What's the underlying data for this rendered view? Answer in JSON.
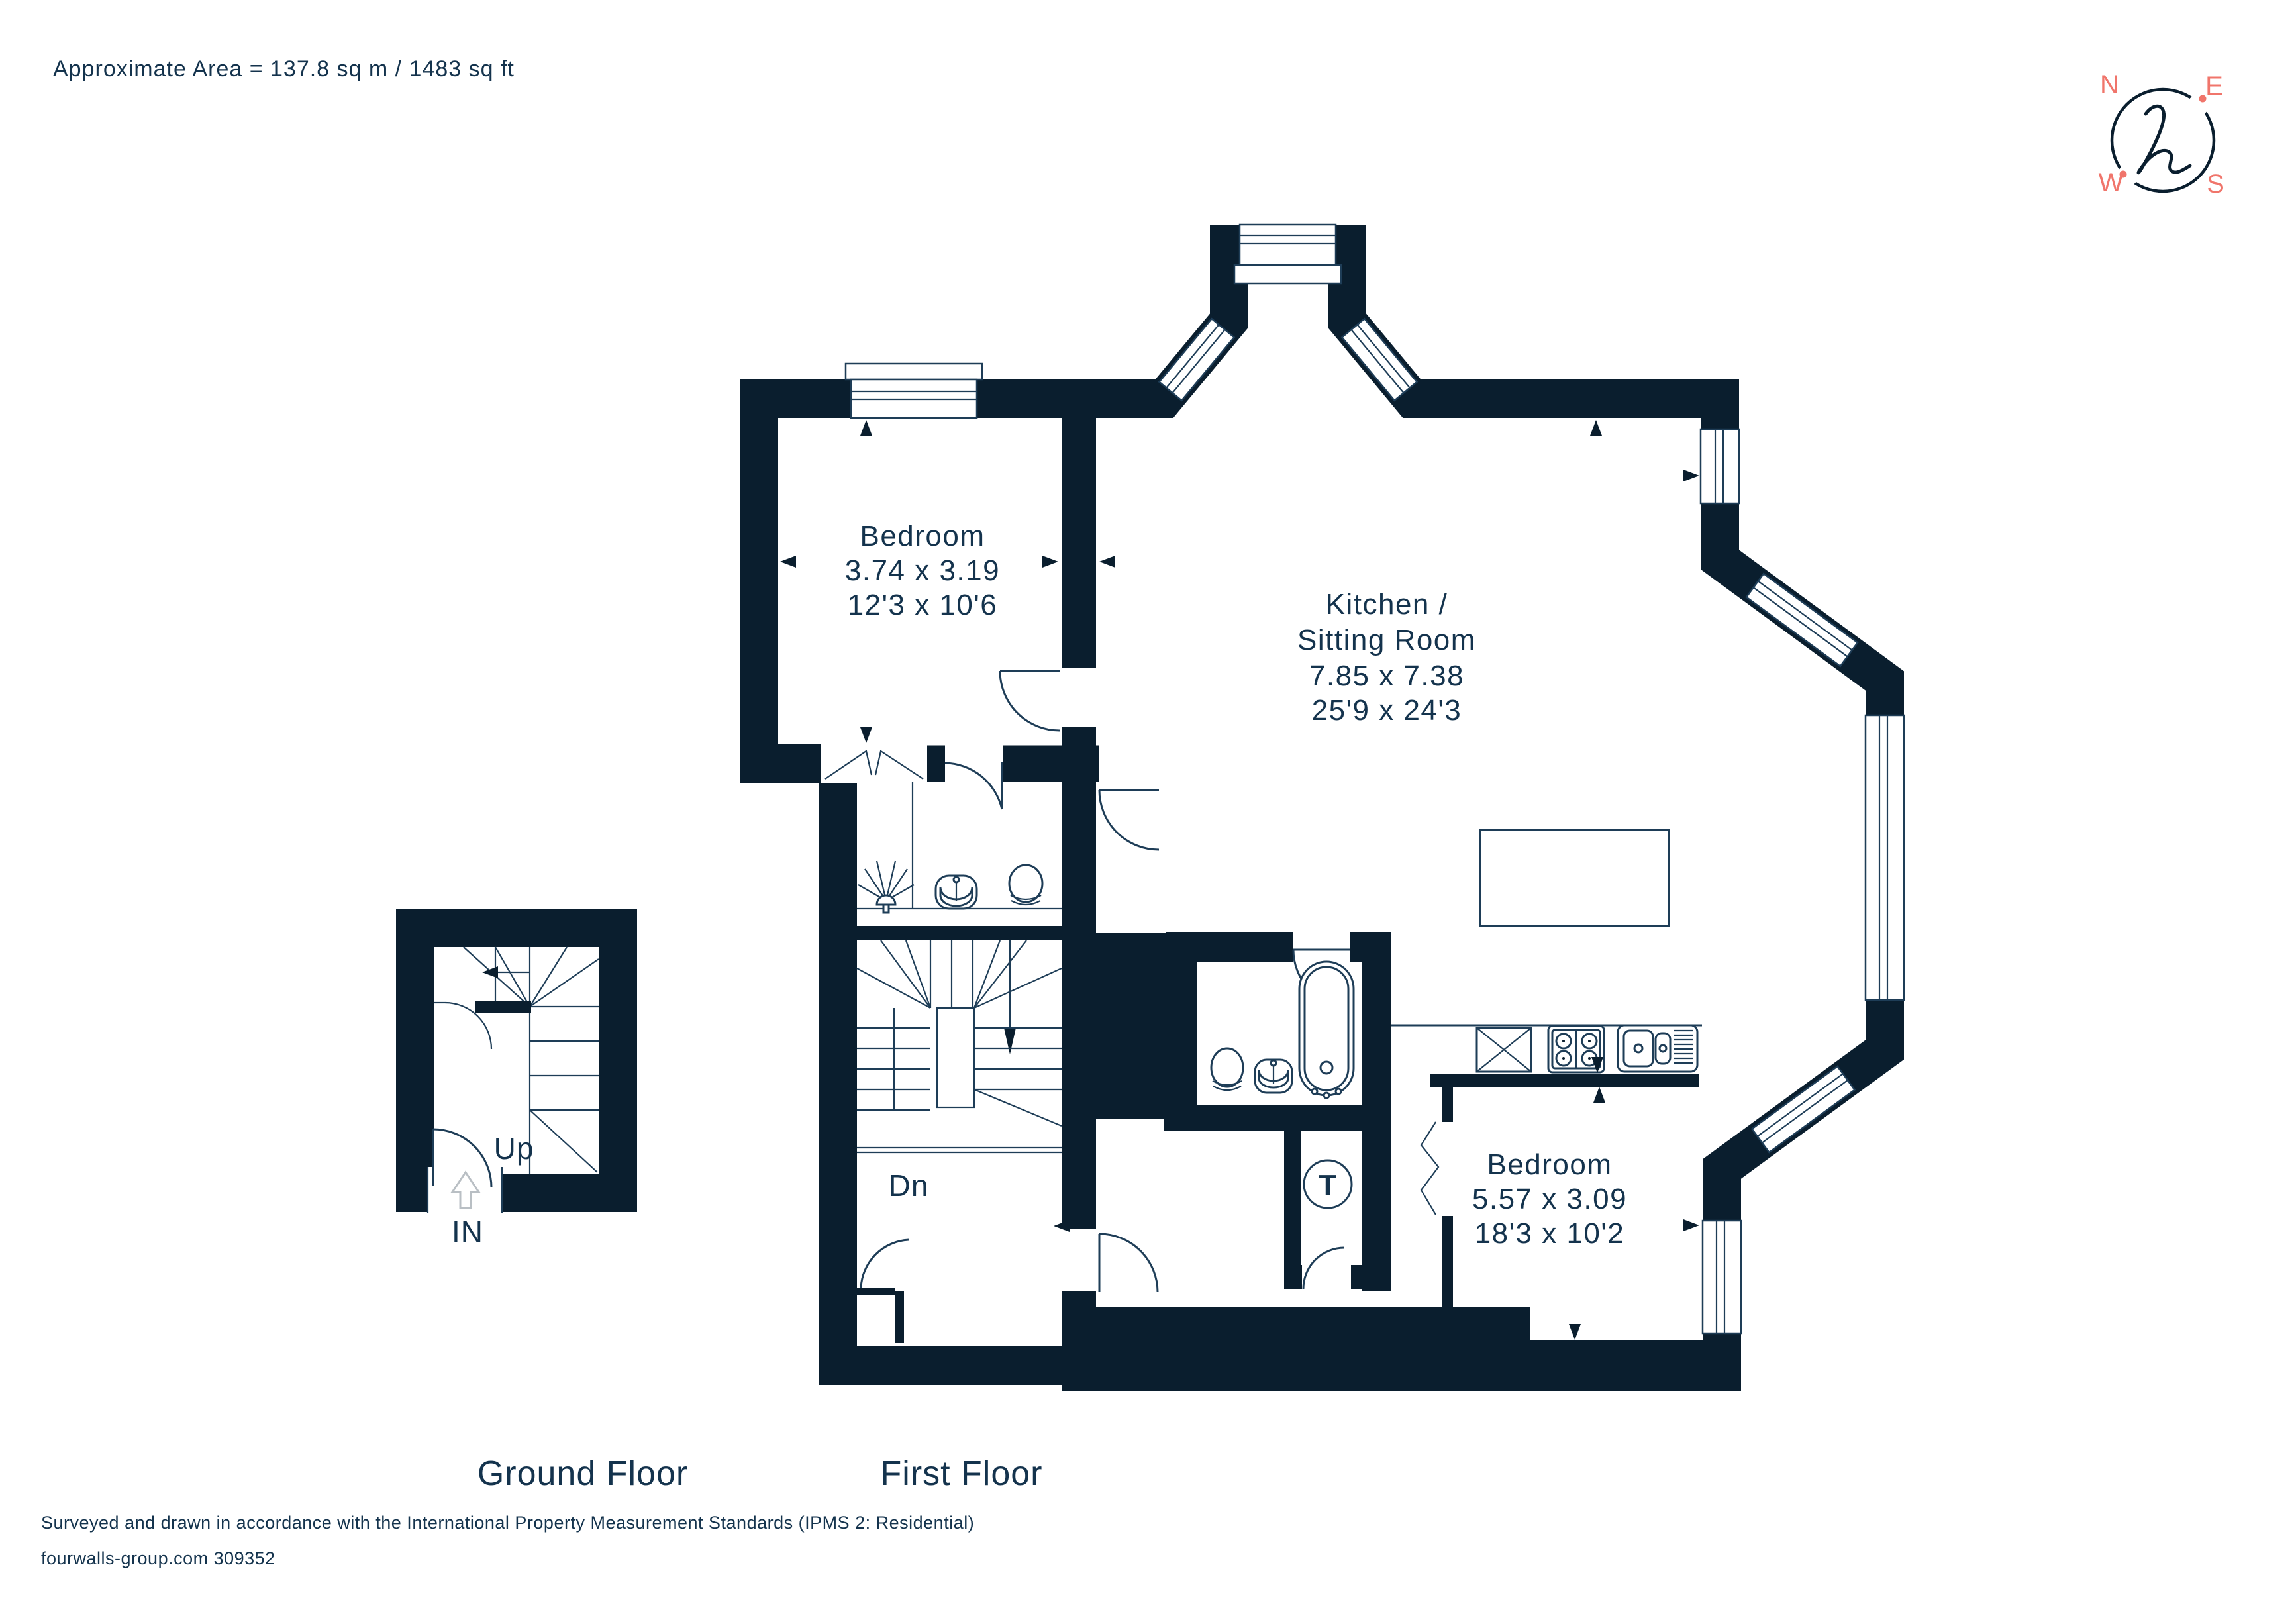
{
  "header": {
    "area_note": "Approximate Area = 137.8 sq m / 1483 sq ft"
  },
  "compass": {
    "north": "N",
    "east": "E",
    "west": "W",
    "south": "S"
  },
  "rooms": {
    "bedroom1": {
      "name": "Bedroom",
      "metric": "3.74 x 3.19",
      "imperial": "12'3 x 10'6"
    },
    "kitchen": {
      "name_line1": "Kitchen /",
      "name_line2": "Sitting Room",
      "metric": "7.85 x 7.38",
      "imperial": "25'9 x 24'3"
    },
    "bedroom2": {
      "name": "Bedroom",
      "metric": "5.57 x 3.09",
      "imperial": "18'3 x 10'2"
    }
  },
  "annotations": {
    "up": "Up",
    "entry": "IN",
    "down": "Dn",
    "tank": "T"
  },
  "floor_labels": {
    "ground": "Ground Floor",
    "first": "First Floor"
  },
  "footer": {
    "standards_note": "Surveyed and drawn in accordance with the International Property Measurement Standards (IPMS 2: Residential)",
    "reference": "fourwalls-group.com 309352"
  },
  "colors": {
    "wall": "#0a1e2e",
    "line": "#1e3d57",
    "text": "#14334d",
    "accent": "#f0756b",
    "muted_arrow": "#b9bfc4"
  }
}
